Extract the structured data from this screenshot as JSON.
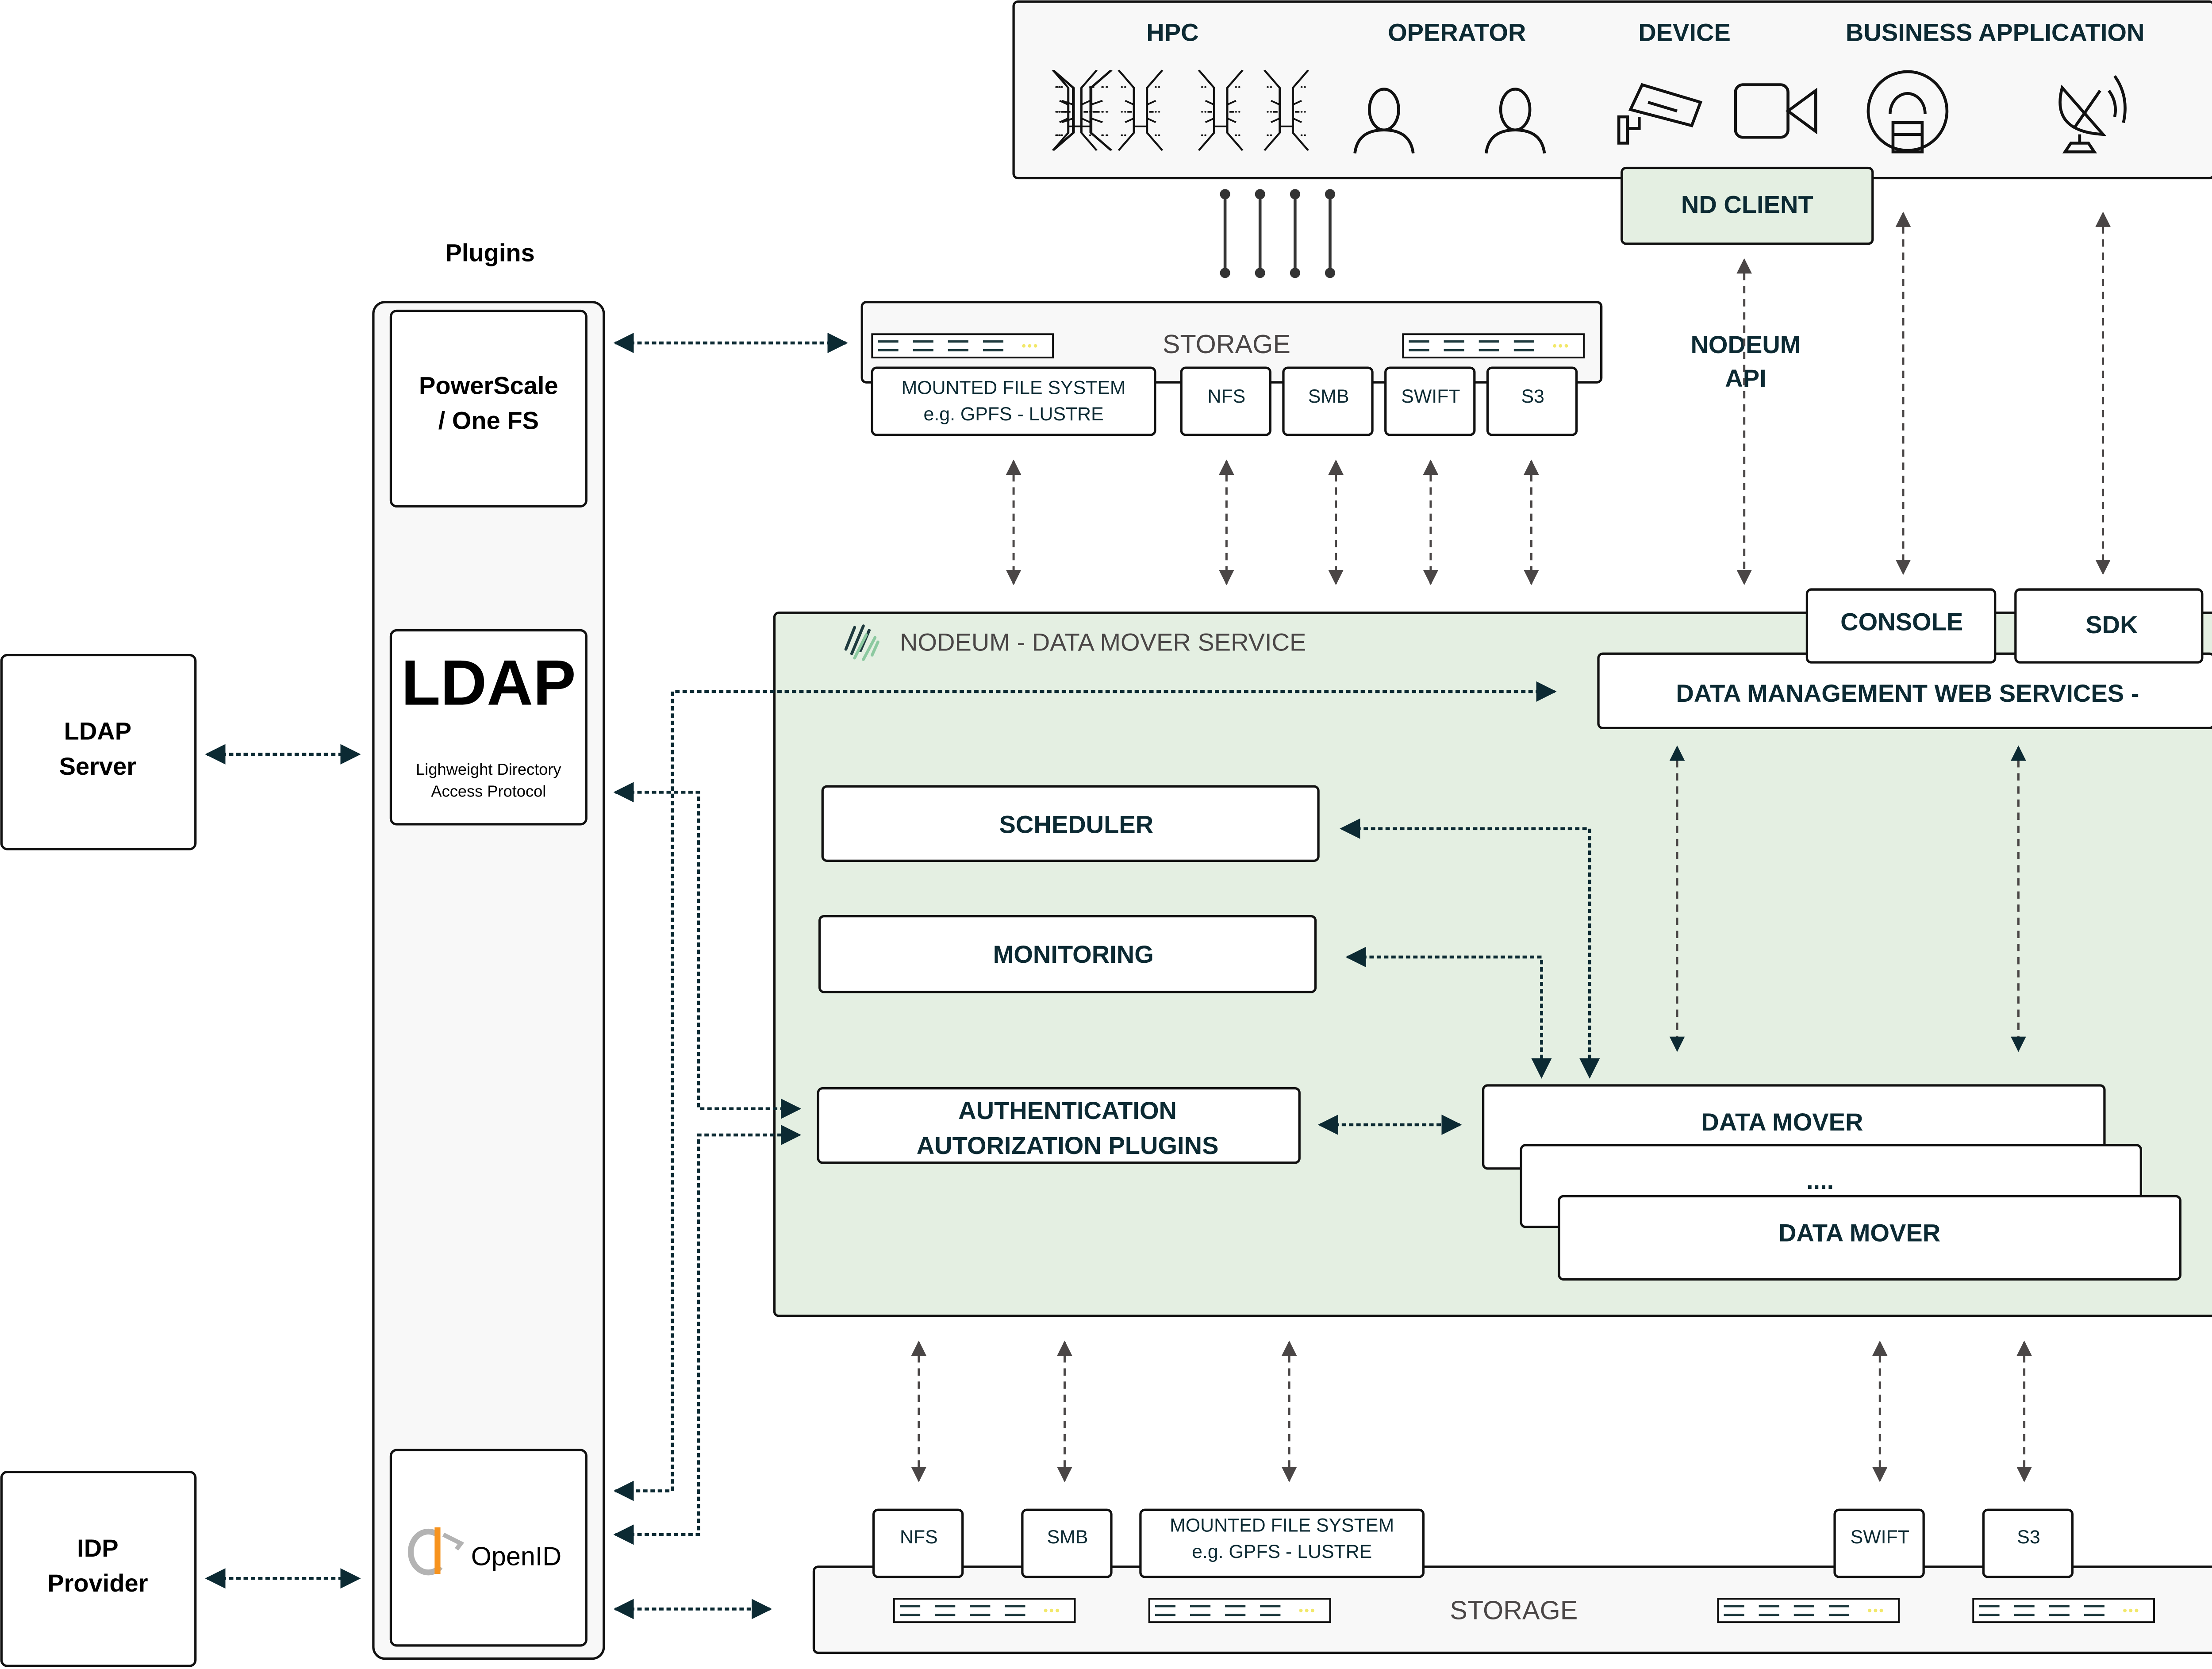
{
  "top_panel": {
    "categories": [
      {
        "label": "HPC",
        "icons": [
          "server-rack-icon",
          "server-rack-icon"
        ]
      },
      {
        "label": "OPERATOR",
        "icons": [
          "person-icon",
          "person-icon"
        ]
      },
      {
        "label": "DEVICE",
        "icons": [
          "security-camera-icon",
          "video-camera-icon"
        ]
      },
      {
        "label": "BUSINESS APPLICATION",
        "icons": [
          "mri-scanner-icon",
          "satellite-dish-icon"
        ]
      }
    ]
  },
  "nd_client": {
    "label": "ND CLIENT"
  },
  "nodeum_api": {
    "line1": "NODEUM",
    "line2": "API"
  },
  "plugins": {
    "title": "Plugins",
    "powerscale": {
      "line1": "PowerScale",
      "line2": "/ One FS"
    },
    "ldap": {
      "title": "LDAP",
      "line1": "Lighweight Directory",
      "line2": "Access Protocol"
    },
    "openid": {
      "label": "OpenID"
    }
  },
  "ldap_server": {
    "line1": "LDAP",
    "line2": "Server"
  },
  "idp_provider": {
    "line1": "IDP",
    "line2": "Provider"
  },
  "top_storage": {
    "label": "STORAGE",
    "protocols": {
      "mounted_line1": "MOUNTED FILE SYSTEM",
      "mounted_line2": "e.g. GPFS - LUSTRE",
      "nfs": "NFS",
      "smb": "SMB",
      "swift": "SWIFT",
      "s3": "S3"
    }
  },
  "service": {
    "title": "NODEUM - DATA MOVER SERVICE",
    "console": "CONSOLE",
    "sdk": "SDK",
    "web_services": "DATA MANAGEMENT WEB SERVICES -",
    "scheduler": "SCHEDULER",
    "monitoring": "MONITORING",
    "auth_line1": "AUTHENTICATION",
    "auth_line2": "AUTORIZATION PLUGINS",
    "data_mover_1": "DATA MOVER",
    "data_mover_ellipsis": "....",
    "data_mover_2": "DATA MOVER"
  },
  "bottom_storage": {
    "label": "STORAGE",
    "protocols": {
      "nfs": "NFS",
      "smb": "SMB",
      "mounted_line1": "MOUNTED FILE SYSTEM",
      "mounted_line2": "e.g. GPFS - LUSTRE",
      "swift": "SWIFT",
      "s3": "S3"
    }
  },
  "colors": {
    "service_bg": "#e4efe2",
    "panel_bg": "#f8f8f8",
    "text_dark": "#0c2a33",
    "openid_orange": "#f7931e",
    "logo_green": "#8cc9a0"
  }
}
